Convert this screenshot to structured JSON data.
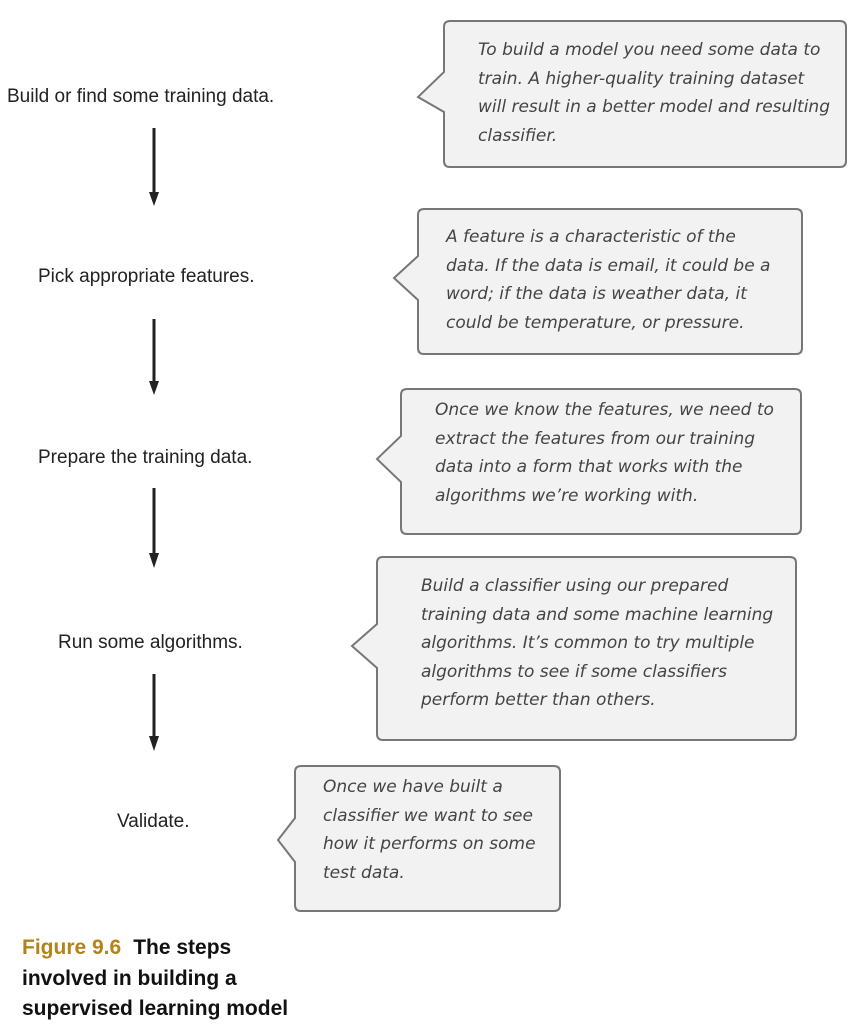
{
  "steps": [
    "Build or find some training data.",
    "Pick appropriate features.",
    "Prepare the training data.",
    "Run some algorithms.",
    "Validate."
  ],
  "notes": [
    [
      "To build a model you need some data to",
      "train. A higher-quality training dataset",
      "will result in a better model and resulting",
      "classifier."
    ],
    [
      "A feature is a characteristic of the",
      "data. If the data is email, it could be a",
      "word; if the data is weather data, it",
      "could be temperature, or pressure."
    ],
    [
      "Once we know the features, we need to",
      "extract the features from our training",
      "data into a form that works with the",
      "algorithms we’re working with."
    ],
    [
      "Build a classifier using our prepared",
      "training data and some machine learning",
      "algorithms. It’s common to try multiple",
      "algorithms to see if some classifiers",
      "perform better than others."
    ],
    [
      "Once we have built a",
      "classifier we want to see",
      "how it performs on some",
      "test data."
    ]
  ],
  "caption": {
    "number": "Figure 9.6",
    "lines": [
      "The steps",
      "involved in building a",
      "supervised learning model"
    ]
  },
  "colors": {
    "callout_fill": "#f2f2f2",
    "callout_stroke": "#777777",
    "arrow": "#222222",
    "caption_number": "#b38318"
  }
}
